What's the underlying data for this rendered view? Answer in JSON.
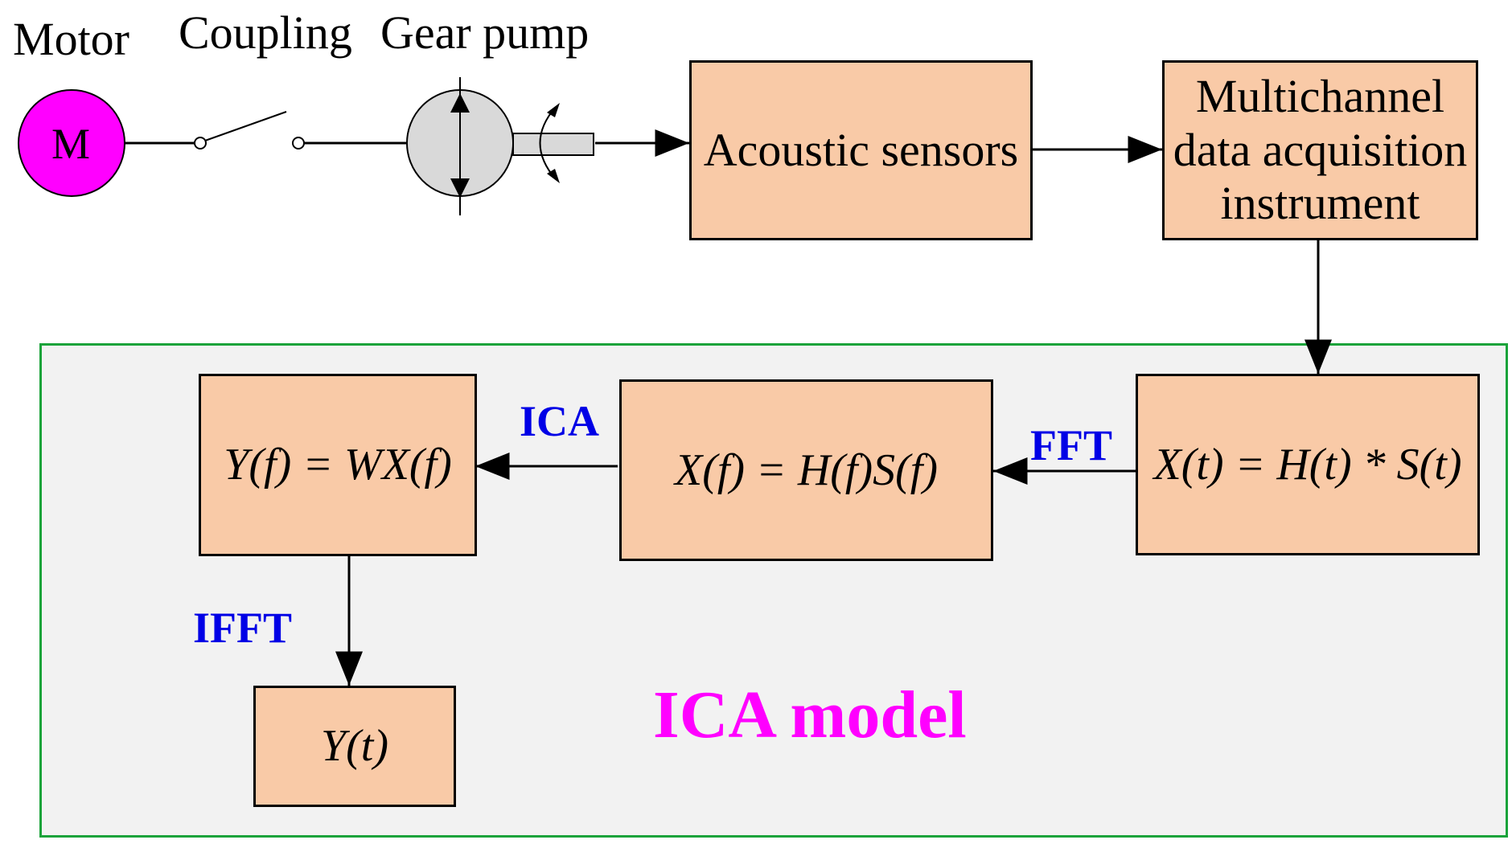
{
  "labels": {
    "motor": "Motor",
    "coupling": "Coupling",
    "gear_pump": "Gear pump",
    "motor_symbol": "M"
  },
  "boxes": {
    "acoustic_sensors": "Acoustic sensors",
    "daq_line1": "Multichannel",
    "daq_line2": "data acquisition",
    "daq_line3": "instrument",
    "xt": "X(t) = H(t) * S(t)",
    "xf": "X(f) = H(f)S(f)",
    "yf": "Y(f) = WX(f)",
    "yt": "Y(t)"
  },
  "arrow_labels": {
    "fft": "FFT",
    "ica": "ICA",
    "ifft": "IFFT"
  },
  "model_title": "ICA model",
  "colors": {
    "box_fill": "#f9caa7",
    "panel_fill": "#f2f2f2",
    "panel_border": "#1aa33a",
    "motor_fill": "#ff00ff",
    "arrow_label": "#0000e6",
    "model_title": "#ff00ff",
    "pump_fill": "#d9d9d9"
  }
}
